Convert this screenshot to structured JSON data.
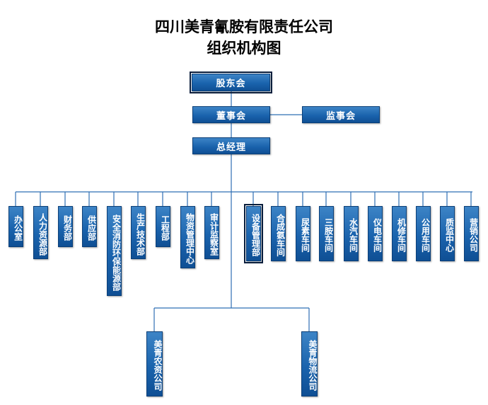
{
  "title": [
    "四川美青氰胺有限责任公司",
    "组织机构图"
  ],
  "top": {
    "shareholders": "股东会",
    "board": "董事会",
    "supervisors": "监事会",
    "gm": "总经理"
  },
  "departments": [
    "办公室",
    "人力资源部",
    "财务部",
    "供应部",
    "安全消防环保能源部",
    "生产技术部",
    "工程部",
    "物资管理中心",
    "审计监察室"
  ],
  "workshops": [
    "设备管理部",
    "合成氨车间",
    "尿素车间",
    "三胺车间",
    "水汽车间",
    "仪电车间",
    "机修车间",
    "公用车间",
    "质监中心",
    "营销公司"
  ],
  "subsidiaries": [
    "美青农资公司",
    "美青物流公司"
  ],
  "colors": {
    "box_top": "#3d84c6",
    "box_bottom": "#0f4f94",
    "line": "#2f6fb3"
  }
}
